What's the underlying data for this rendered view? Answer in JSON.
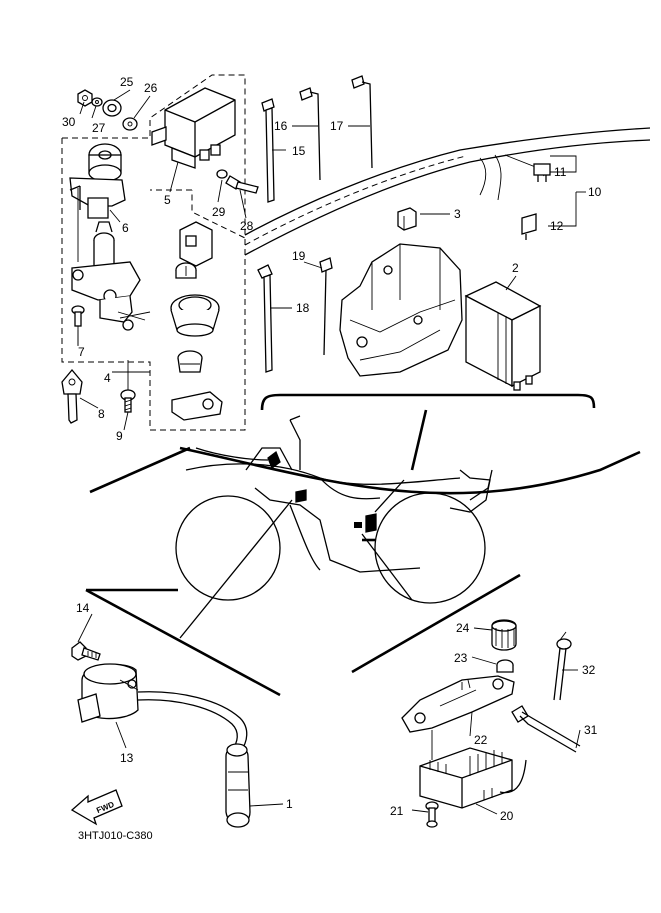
{
  "diagram": {
    "code": "3HTJ010-C380",
    "fwd_label": "FWD",
    "callouts": {
      "p1": "1",
      "p2": "2",
      "p3": "3",
      "p4": "4",
      "p5": "5",
      "p6": "6",
      "p7": "7",
      "p8": "8",
      "p9": "9",
      "p10": "10",
      "p11": "11",
      "p12": "12",
      "p13": "13",
      "p14": "14",
      "p15": "15",
      "p16": "16",
      "p17": "17",
      "p18": "18",
      "p19": "19",
      "p20": "20",
      "p21": "21",
      "p22": "22",
      "p23": "23",
      "p24": "24",
      "p25": "25",
      "p26": "26",
      "p27": "27",
      "p28": "28",
      "p29": "29",
      "p30": "30",
      "p31": "31",
      "p32": "32"
    }
  }
}
